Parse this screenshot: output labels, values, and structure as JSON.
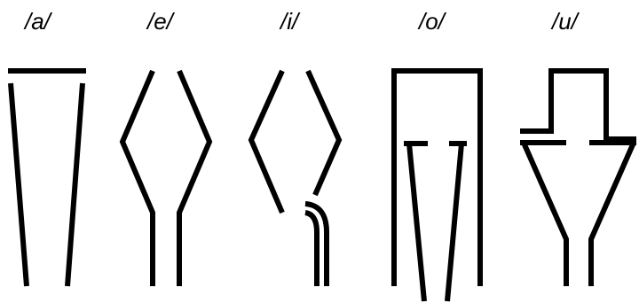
{
  "vowels": [
    {
      "label": "/a/"
    },
    {
      "label": "/e/"
    },
    {
      "label": "/i/"
    },
    {
      "label": "/o/"
    },
    {
      "label": "/u/"
    }
  ],
  "colors": {
    "background": "#ffffff",
    "line": "#000000"
  }
}
